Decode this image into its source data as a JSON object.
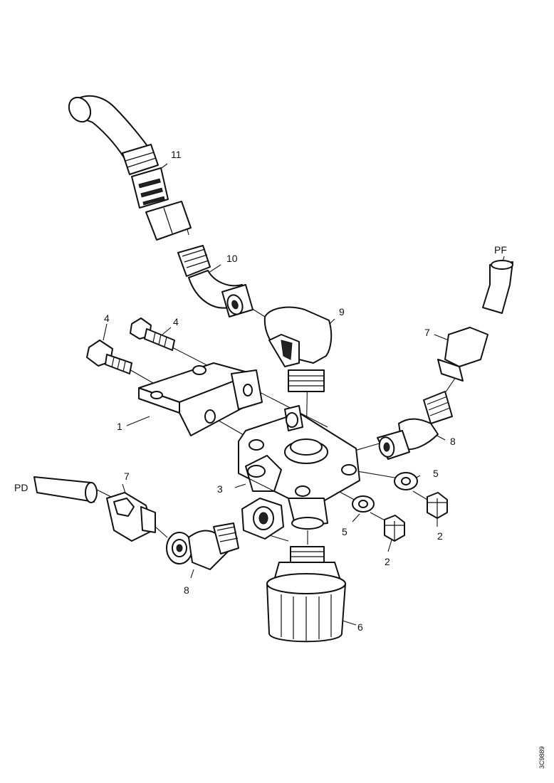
{
  "callouts": {
    "c1": "1",
    "c2a": "2",
    "c2b": "2",
    "c3": "3",
    "c4a": "4",
    "c4b": "4",
    "c5a": "5",
    "c5b": "5",
    "c6": "6",
    "c7a": "7",
    "c7b": "7",
    "c8a": "8",
    "c8b": "8",
    "c9": "9",
    "c10": "10",
    "c11": "11"
  },
  "port_labels": {
    "pf": "PF",
    "pd": "PD"
  },
  "reference_code": "3C9889"
}
